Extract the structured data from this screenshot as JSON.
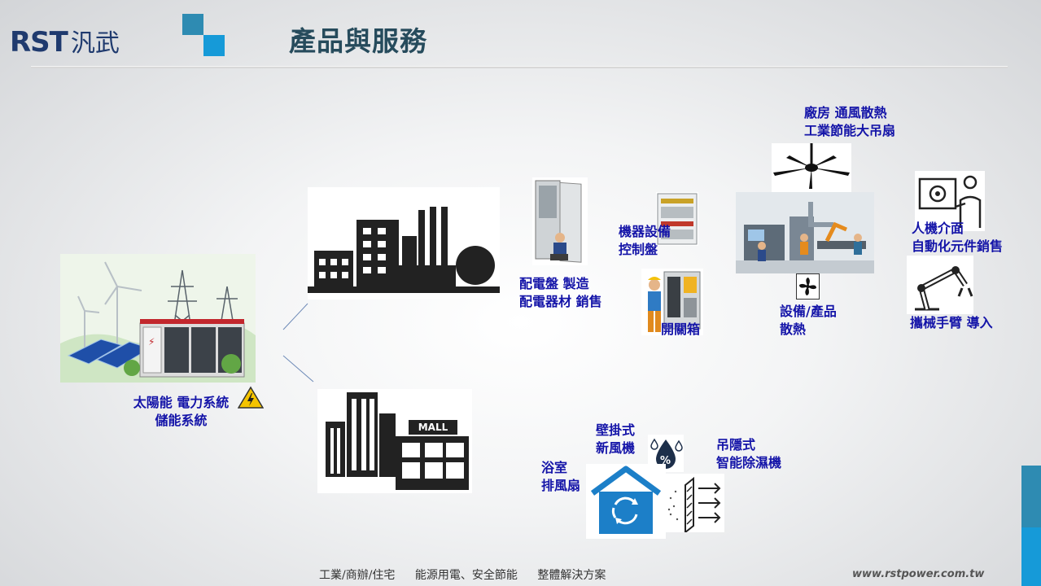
{
  "header": {
    "logo_latin": "RST",
    "logo_chinese": "汎武",
    "title": "產品與服務"
  },
  "items": {
    "solar": [
      "太陽能 電力系統",
      "儲能系統"
    ],
    "panel": [
      "配電盤 製造",
      "配電器材 銷售"
    ],
    "machine_control": [
      "機器設備",
      "控制盤"
    ],
    "switchbox": "開關箱",
    "ventilation": [
      "廠房 通風散熱",
      "工業節能大吊扇"
    ],
    "cooling": [
      "設備/產品",
      "散熱"
    ],
    "hmi": [
      "人機介面",
      "自動化元件銷售"
    ],
    "robot_arm": "攜械手臂 導入",
    "wall_fan": [
      "壁掛式",
      "新風機"
    ],
    "bath_fan": [
      "浴室",
      "排風扇"
    ],
    "dehumidifier": [
      "吊隱式",
      "智能除濕機"
    ],
    "mall_sign": "MALL"
  },
  "footer": {
    "part1": "工業/商辦/住宅",
    "part2": "能源用電、安全節能",
    "part3": "整體解決方案",
    "url": "www.rstpower.com.tw"
  },
  "colors": {
    "label": "#1414a8",
    "title": "#264b5c",
    "accent_dark": "#2e8bb2",
    "accent_light": "#169ad8"
  }
}
